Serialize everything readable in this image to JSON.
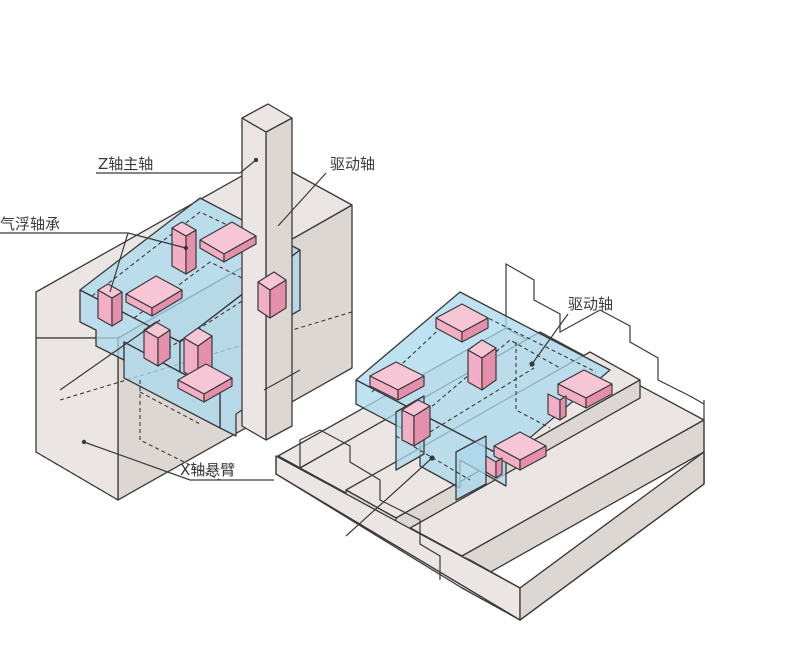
{
  "labels": {
    "z_spindle": "Z轴主轴",
    "drive_shaft_left": "驱动轴",
    "air_bearing": "气浮轴承",
    "x_cantilever": "X轴悬臂",
    "drive_shaft_right": "驱动轴"
  }
}
